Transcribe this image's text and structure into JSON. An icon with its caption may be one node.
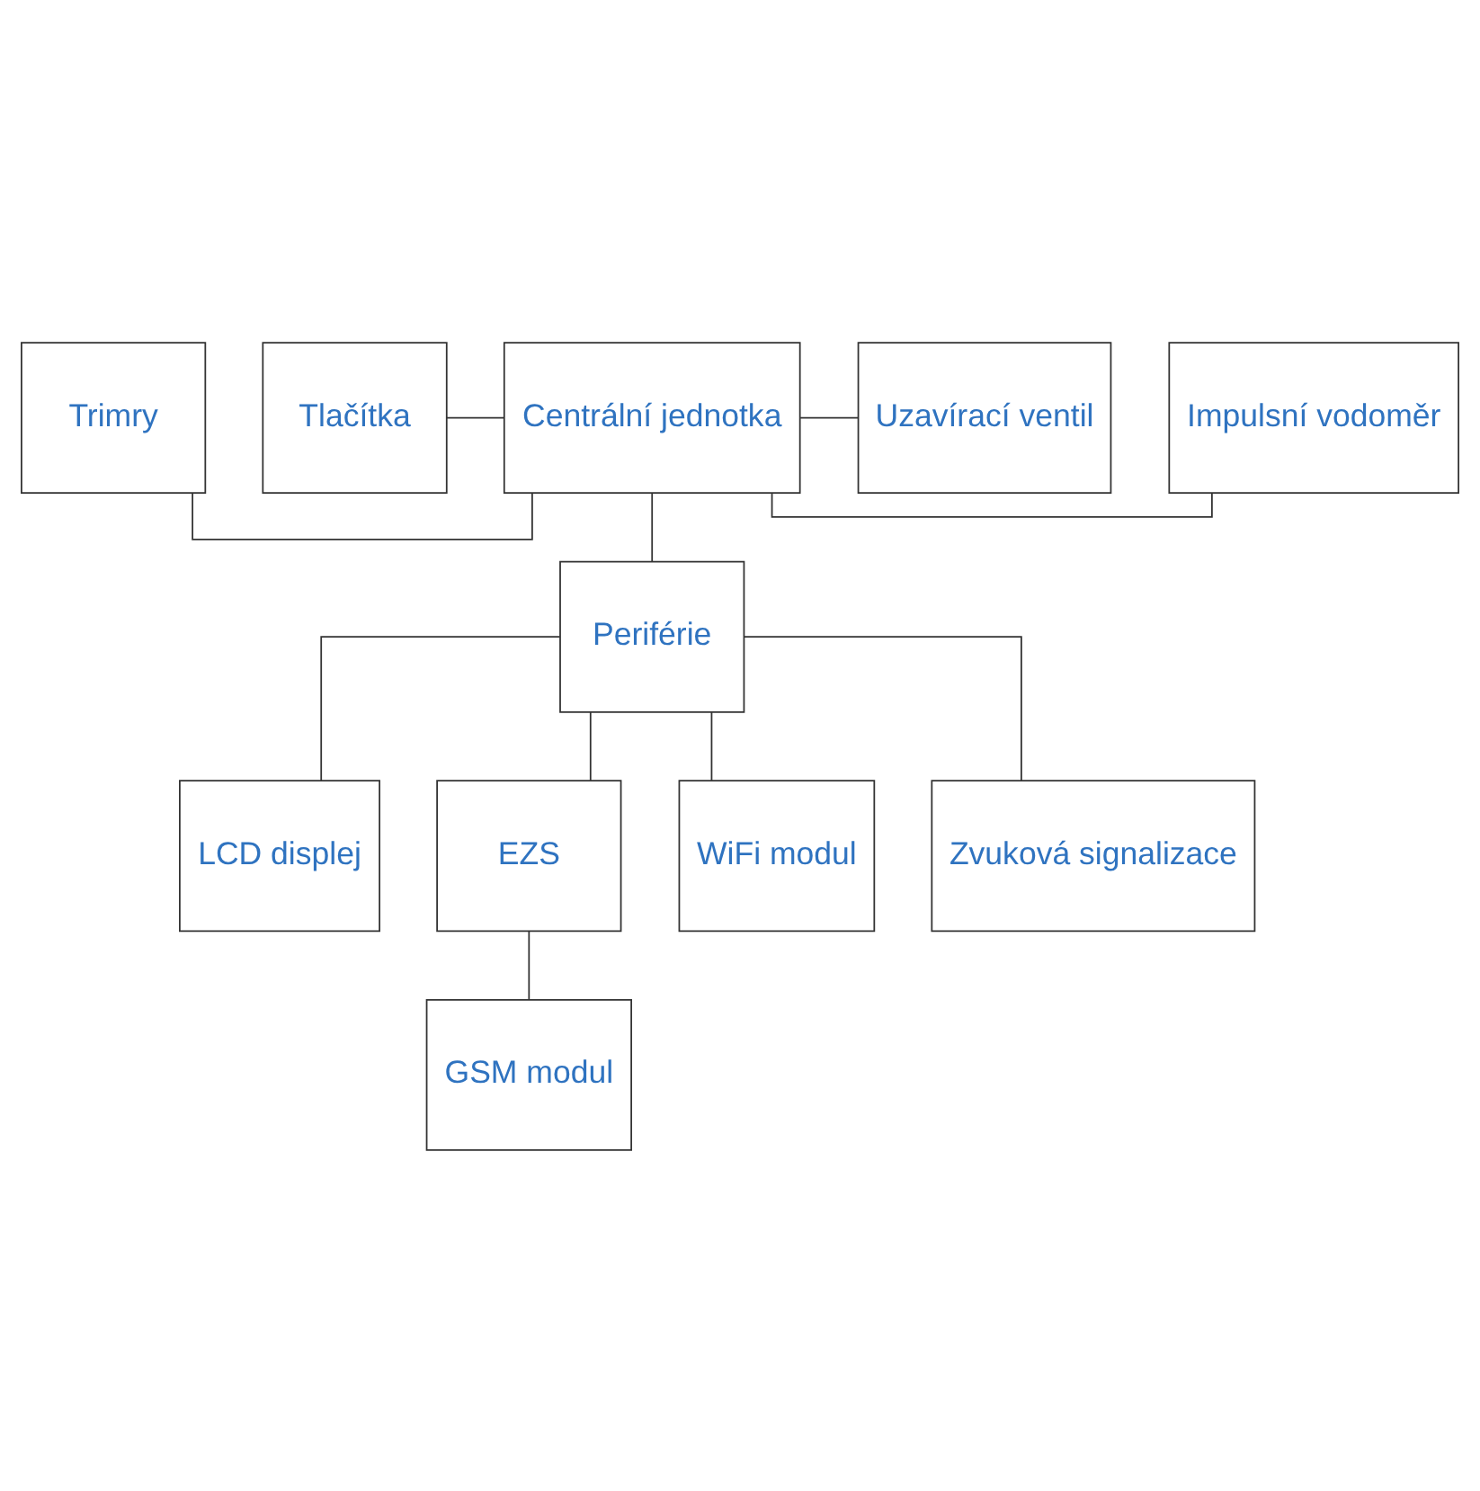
{
  "diagram": {
    "nodes": [
      {
        "text": [
          "Trimry"
        ]
      },
      {
        "text": [
          "Tlačítka"
        ]
      },
      {
        "text": [
          "Centrální jednotka"
        ]
      },
      {
        "text": [
          "Impulsní vodoměr"
        ]
      },
      {
        "text": [
          "Uzavírací ventil"
        ]
      },
      {
        "text": [
          "Periférie"
        ]
      },
      {
        "text": [
          "LCD displej"
        ]
      },
      {
        "text": [
          "EZS"
        ]
      },
      {
        "text": [
          "WiFi modul"
        ]
      },
      {
        "text": [
          "Zvuková signalizace"
        ]
      },
      {
        "text": [
          "GSM modul"
        ]
      }
    ],
    "edges": [
      {
        "from": 0,
        "to": 2,
        "arrow": "none"
      },
      {
        "from": 1,
        "to": 2,
        "arrow": "none"
      },
      {
        "from": 2,
        "to": 3,
        "arrow": "none"
      },
      {
        "from": 2,
        "to": 4,
        "arrow": "none"
      },
      {
        "from": 2,
        "to": 5,
        "arrow": "none"
      },
      {
        "from": 5,
        "to": 6,
        "arrow": "none"
      },
      {
        "from": 5,
        "to": 7,
        "arrow": "none"
      },
      {
        "from": 5,
        "to": 8,
        "arrow": "none"
      },
      {
        "from": 5,
        "to": 9,
        "arrow": "none"
      },
      {
        "from": 7,
        "to": 10,
        "arrow": "none"
      }
    ]
  }
}
